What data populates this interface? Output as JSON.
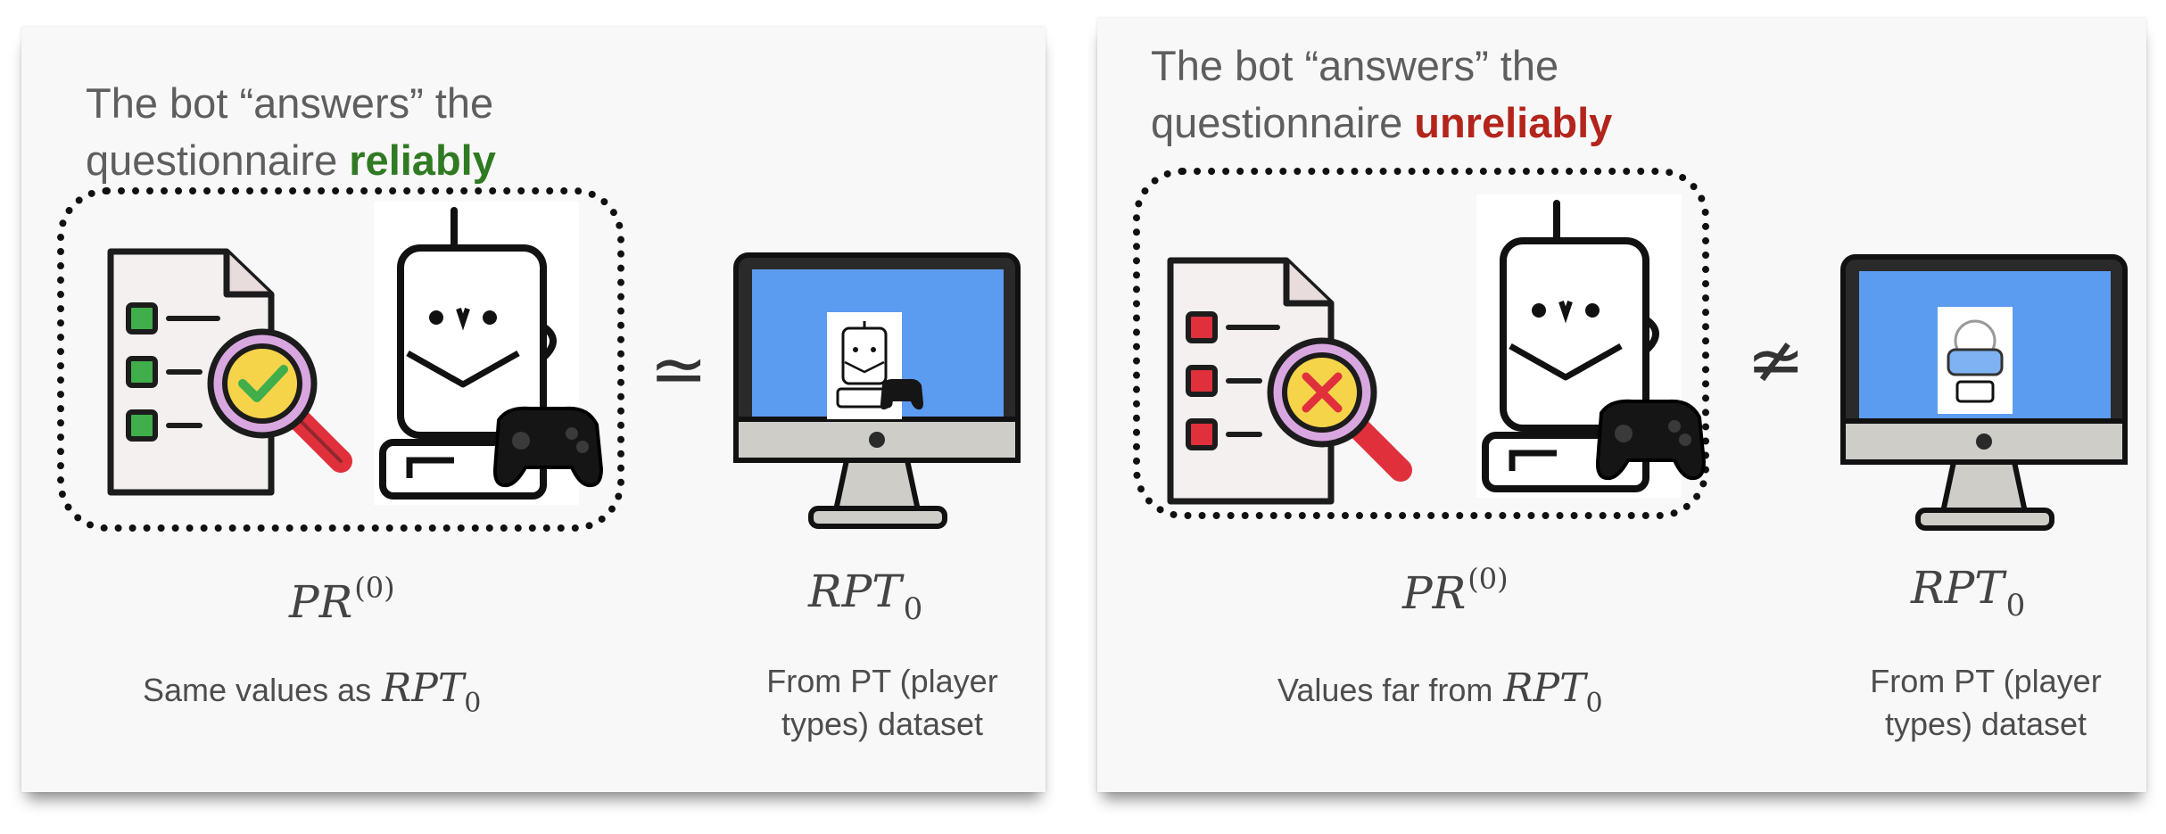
{
  "left_panel": {
    "headline_line1": "The bot “answers” the",
    "headline_line2_prefix": "questionnaire ",
    "headline_keyword": "reliably",
    "relation_symbol": "≃",
    "questionnaire_status": "check-mark-icon",
    "left_math_base": "PR",
    "left_math_sup": "(0)",
    "right_math_base": "RPT",
    "right_math_sub": "0",
    "left_caption_text": "Same values as",
    "left_caption_math_base": "RPT",
    "left_caption_math_sub": "0",
    "right_caption_line1": "From PT (player",
    "right_caption_line2": "types) dataset"
  },
  "right_panel": {
    "headline_line1": "The bot “answers” the",
    "headline_line2_prefix": "questionnaire ",
    "headline_keyword": "unreliably",
    "relation_symbol": "≄",
    "questionnaire_status": "cross-mark-icon",
    "left_math_base": "PR",
    "left_math_sup": "(0)",
    "right_math_base": "RPT",
    "right_math_sub": "0",
    "left_caption_text": "Values far from",
    "left_caption_math_base": "RPT",
    "left_caption_math_sub": "0",
    "right_caption_line1": "From PT (player",
    "right_caption_line2": "types) dataset"
  },
  "colors": {
    "good": "#2f7a22",
    "bad": "#b3251c",
    "screen_blue": "#5b9cf0",
    "checkbox_green": "#3fae4b",
    "checkbox_red": "#e0303c"
  }
}
